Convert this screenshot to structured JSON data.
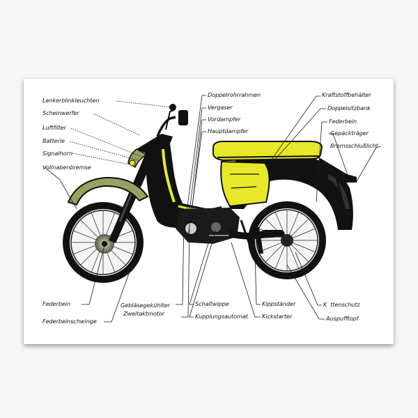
{
  "labels_left": {
    "lenkerblinkleuchten": "Lenkerblinkleuchten",
    "scheinwerfer": "Scheinwerfer",
    "luftfilter": "Luftfilter",
    "batterie": "Batterie",
    "signalhorn": "Signalhorn",
    "vollnabenbremse": "Vollnabenbremse"
  },
  "labels_top": {
    "doppelrohrrahmen": "Doppelrohrrahmen",
    "vergaser": "Vergaser",
    "vordampfer": "Vordampfer",
    "hauptdampfer": "Hauptdampfer"
  },
  "labels_right": {
    "kraftstoffbehaelter": "Kraftstoffbehälter",
    "doppelsitzbank": "Doppelsitzbank",
    "federbein": "Federbein",
    "gepaecktraeger": "Gepäckträger",
    "bremsschlusslicht": "Bremsschlußlicht"
  },
  "labels_bottom": {
    "federbein": "Federbein",
    "federbeinschwinge": "Federbeinschwinge",
    "geblaesegekuehlter": "Gebläsegekühlter",
    "zweitaktmotor": "Zweitaktmotor",
    "schaltwippe": "Schaltwippe",
    "kupplungsautomat": "Kupplungsautomat",
    "kippstaender": "Kippständer",
    "kickstarter": "Kickstarter",
    "kettenschutz": "K  ttenschutz",
    "auspufftopf": "Auspufftopf"
  },
  "colors": {
    "body_black": "#111111",
    "tank_yellow": "#e8e82a",
    "mudguard_olive": "#9aa060",
    "background": "#ffffff"
  }
}
